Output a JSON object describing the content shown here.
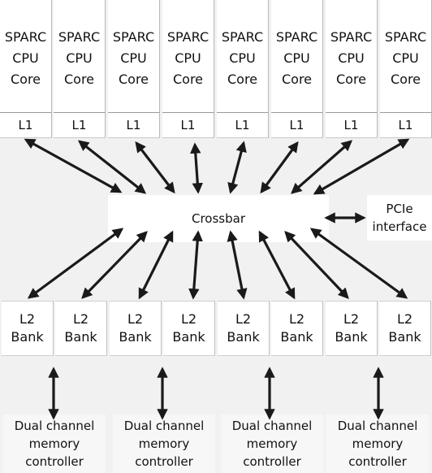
{
  "cores": [
    {
      "name": "SPARC\nCPU\nCore",
      "cache": "L1"
    },
    {
      "name": "SPARC\nCPU\nCore",
      "cache": "L1"
    },
    {
      "name": "SPARC\nCPU\nCore",
      "cache": "L1"
    },
    {
      "name": "SPARC\nCPU\nCore",
      "cache": "L1"
    },
    {
      "name": "SPARC\nCPU\nCore",
      "cache": "L1"
    },
    {
      "name": "SPARC\nCPU\nCore",
      "cache": "L1"
    },
    {
      "name": "SPARC\nCPU\nCore",
      "cache": "L1"
    },
    {
      "name": "SPARC\nCPU\nCore",
      "cache": "L1"
    }
  ],
  "crossbar": {
    "label": "Crossbar"
  },
  "pcie": {
    "label": "PCIe\ninterface"
  },
  "l2_banks": [
    {
      "label": "L2\nBank"
    },
    {
      "label": "L2\nBank"
    },
    {
      "label": "L2\nBank"
    },
    {
      "label": "L2\nBank"
    },
    {
      "label": "L2\nBank"
    },
    {
      "label": "L2\nBank"
    },
    {
      "label": "L2\nBank"
    },
    {
      "label": "L2\nBank"
    }
  ],
  "memory_controllers": [
    {
      "label": "Dual channel\nmemory\ncontroller"
    },
    {
      "label": "Dual channel\nmemory\ncontroller"
    },
    {
      "label": "Dual channel\nmemory\ncontroller"
    },
    {
      "label": "Dual channel\nmemory\ncontroller"
    }
  ],
  "colors": {
    "arrow_fill": "#1a1a1a",
    "background": "#f1f1f1"
  },
  "icons": [
    "double-arrow-icon"
  ]
}
